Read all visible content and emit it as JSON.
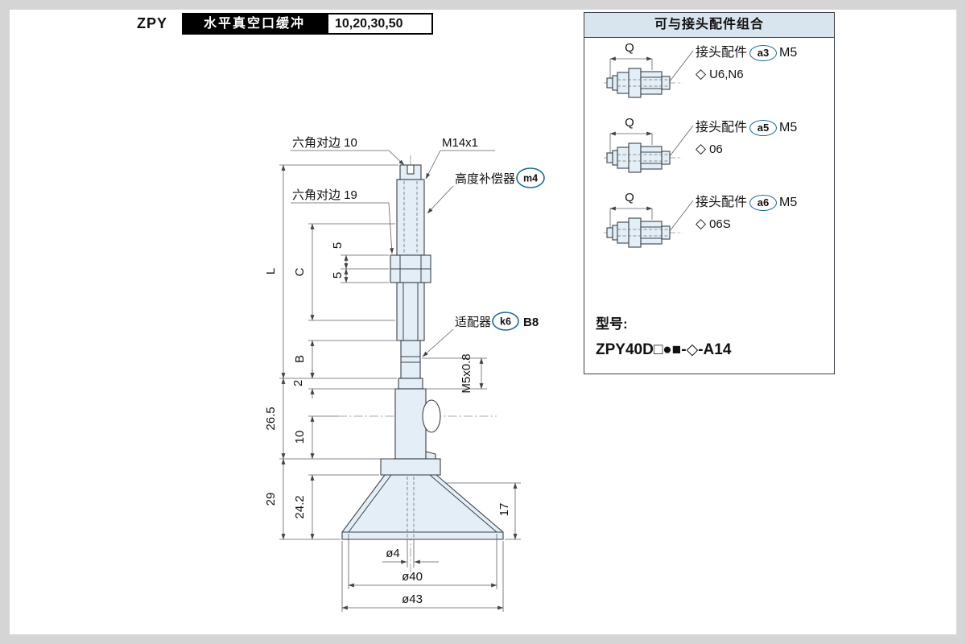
{
  "header": {
    "series": "ZPY",
    "title": "水平真空口缓冲",
    "sizes": "10,20,30,50"
  },
  "drawing": {
    "callouts": {
      "hex_flats_10": "六角对边 10",
      "thread_top": "M14x1",
      "hex_flats_19": "六角对边 19",
      "height_compensator": "高度补偿器",
      "height_compensator_tag": "m4",
      "adapter": "适配器",
      "adapter_tag": "k6",
      "adapter_code": "B8",
      "thread_bottom": "M5x0.8"
    },
    "dimensions": {
      "overall": "L",
      "c": "C",
      "nut1": "5",
      "nut2": "5",
      "b": "B",
      "two": "2",
      "d26_5": "26.5",
      "d10": "10",
      "d29": "29",
      "d24_2": "24.2",
      "d17": "17",
      "dia4": "ø4",
      "dia40": "ø40",
      "dia43": "ø43"
    }
  },
  "panel": {
    "title": "可与接头配件组合",
    "fittings": [
      {
        "q": "Q",
        "label": "接头配件",
        "tag": "a3",
        "thread": "M5",
        "diamond": "◇",
        "variant": "U6,N6"
      },
      {
        "q": "Q",
        "label": "接头配件",
        "tag": "a5",
        "thread": "M5",
        "diamond": "◇",
        "variant": "06"
      },
      {
        "q": "Q",
        "label": "接头配件",
        "tag": "a6",
        "thread": "M5",
        "diamond": "◇",
        "variant": "06S"
      }
    ],
    "model_heading": "型号:",
    "model": {
      "prefix": "ZPY40D",
      "open_square": "□",
      "filled_circle": "●",
      "filled_square": "■",
      "dash1": "-",
      "diamond": "◇",
      "dash2": "-",
      "suffix": "A14"
    }
  }
}
